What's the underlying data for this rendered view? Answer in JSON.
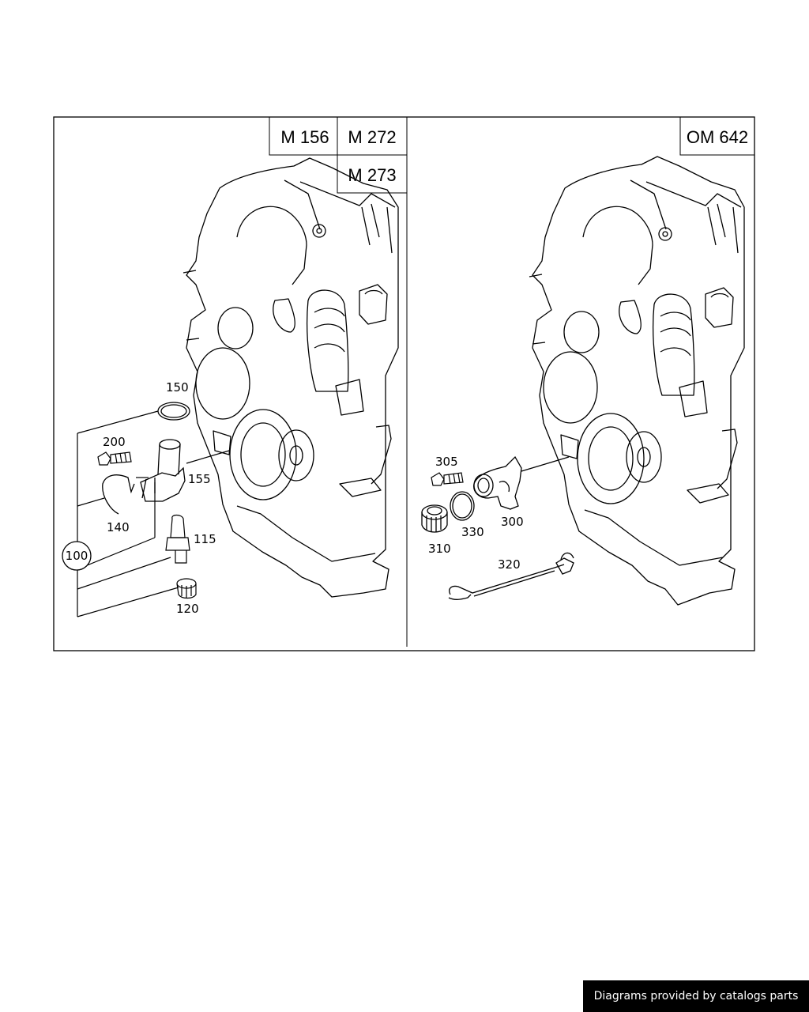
{
  "engines": {
    "left": [
      "M 156",
      "M 272",
      "M 273"
    ],
    "right": [
      "OM 642"
    ]
  },
  "parts": {
    "p150": "150",
    "p200": "200",
    "p155": "155",
    "p140": "140",
    "p115": "115",
    "p100": "100",
    "p120": "120",
    "p305": "305",
    "p300": "300",
    "p330": "330",
    "p310": "310",
    "p320": "320"
  },
  "footer": {
    "text": "Diagrams provided by catalogs parts"
  }
}
